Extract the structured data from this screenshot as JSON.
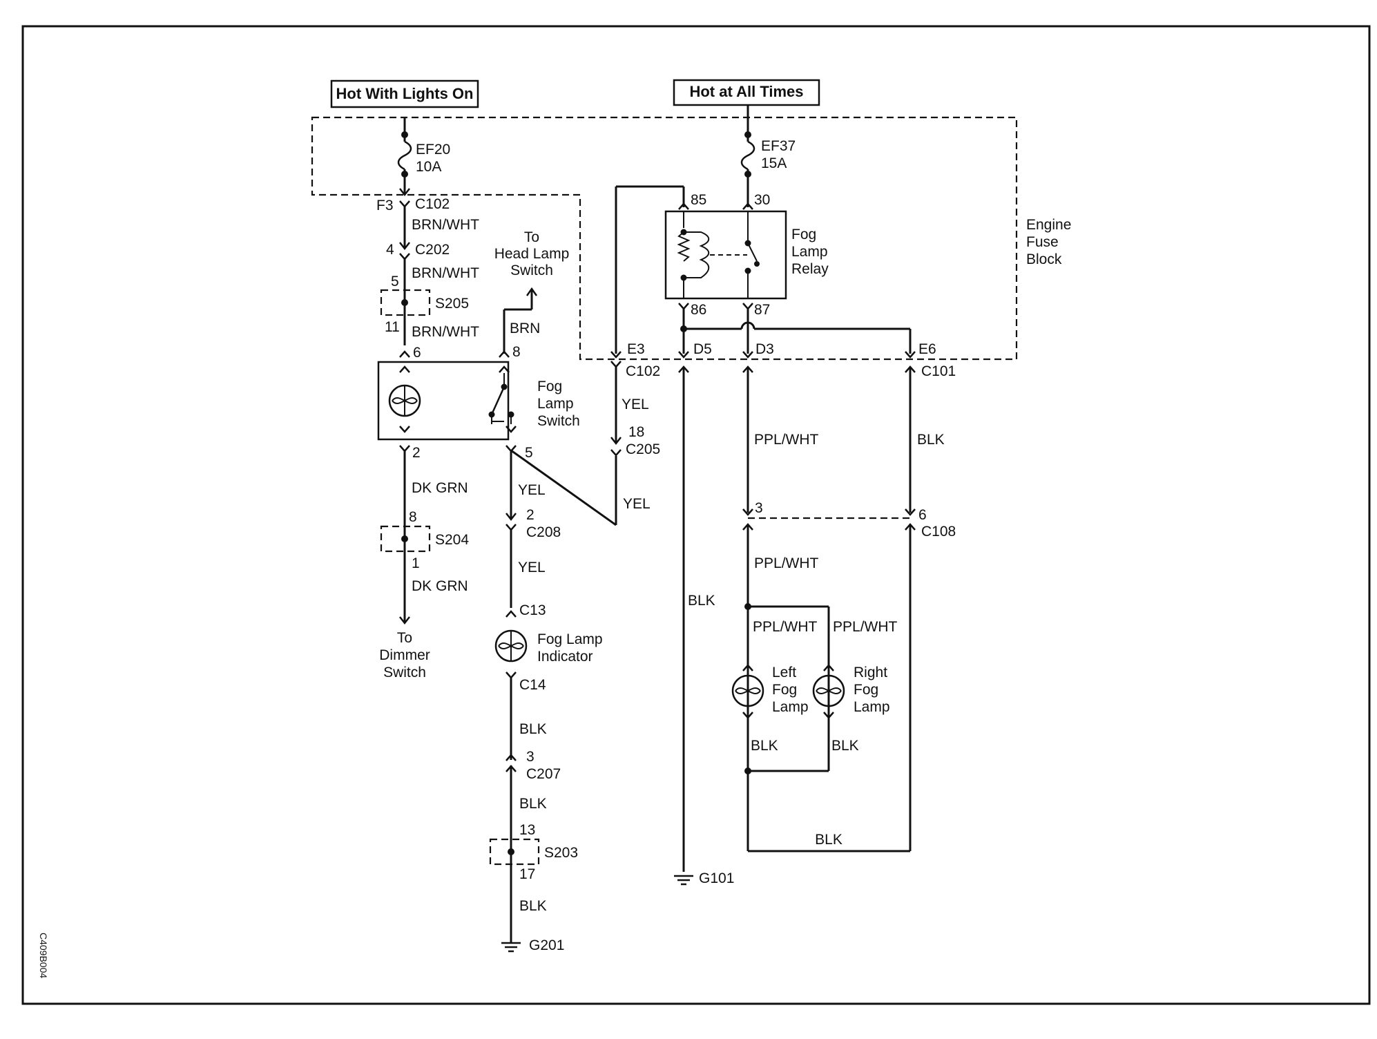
{
  "sources": {
    "lights_on": "Hot With Lights On",
    "all_times": "Hot at All Times"
  },
  "fuses": {
    "ef20_name": "EF20",
    "ef20_rating": "10A",
    "ef37_name": "EF37",
    "ef37_rating": "15A"
  },
  "fuse_block": {
    "line1": "Engine",
    "line2": "Fuse",
    "line3": "Block"
  },
  "relay": {
    "line1": "Fog",
    "line2": "Lamp",
    "line3": "Relay",
    "pin85": "85",
    "pin30": "30",
    "pin86": "86",
    "pin87": "87"
  },
  "switch": {
    "line1": "Fog",
    "line2": "Lamp",
    "line3": "Switch",
    "pin6": "6",
    "pin8": "8",
    "pin2": "2",
    "pin5": "5"
  },
  "head_lamp": {
    "line1": "To",
    "line2": "Head Lamp",
    "line3": "Switch"
  },
  "dimmer": {
    "line1": "To",
    "line2": "Dimmer",
    "line3": "Switch"
  },
  "indicator": {
    "line1": "Fog Lamp",
    "line2": "Indicator"
  },
  "left_lamp": {
    "line1": "Left",
    "line2": "Fog",
    "line3": "Lamp"
  },
  "right_lamp": {
    "line1": "Right",
    "line2": "Fog",
    "line3": "Lamp"
  },
  "connectors": {
    "f3": "F3",
    "c102_a": "C102",
    "c202_pin": "4",
    "c202": "C202",
    "s205_top": "5",
    "s205": "S205",
    "s205_bot": "11",
    "s204_top": "8",
    "s204": "S204",
    "s204_bot": "1",
    "c208_pin": "2",
    "c208": "C208",
    "c13": "C13",
    "c14": "C14",
    "c207_pin": "3",
    "c207": "C207",
    "s203_top": "13",
    "s203": "S203",
    "s203_bot": "17",
    "g201": "G201",
    "g101": "G101",
    "e3": "E3",
    "c102_b": "C102",
    "c205_pin": "18",
    "c205": "C205",
    "d5": "D5",
    "d3": "D3",
    "e6": "E6",
    "c101": "C101",
    "c108_pin3": "3",
    "c108_pin6": "6",
    "c108": "C108"
  },
  "wires": {
    "brnwht1": "BRN/WHT",
    "brnwht2": "BRN/WHT",
    "brnwht3": "BRN/WHT",
    "brn": "BRN",
    "dkgrn1": "DK GRN",
    "dkgrn2": "DK GRN",
    "yel1": "YEL",
    "yel2": "YEL",
    "yel3": "YEL",
    "yel4": "YEL",
    "blk1": "BLK",
    "blk2": "BLK",
    "blk3": "BLK",
    "blk_g101": "BLK",
    "blk_right": "BLK",
    "pplwht1": "PPL/WHT",
    "pplwht2": "PPL/WHT",
    "pplwht3": "PPL/WHT",
    "pplwht4": "PPL/WHT",
    "blk_left_lamp": "BLK",
    "blk_right_lamp": "BLK",
    "blk_bottom": "BLK"
  },
  "figure_code": "C409B004"
}
